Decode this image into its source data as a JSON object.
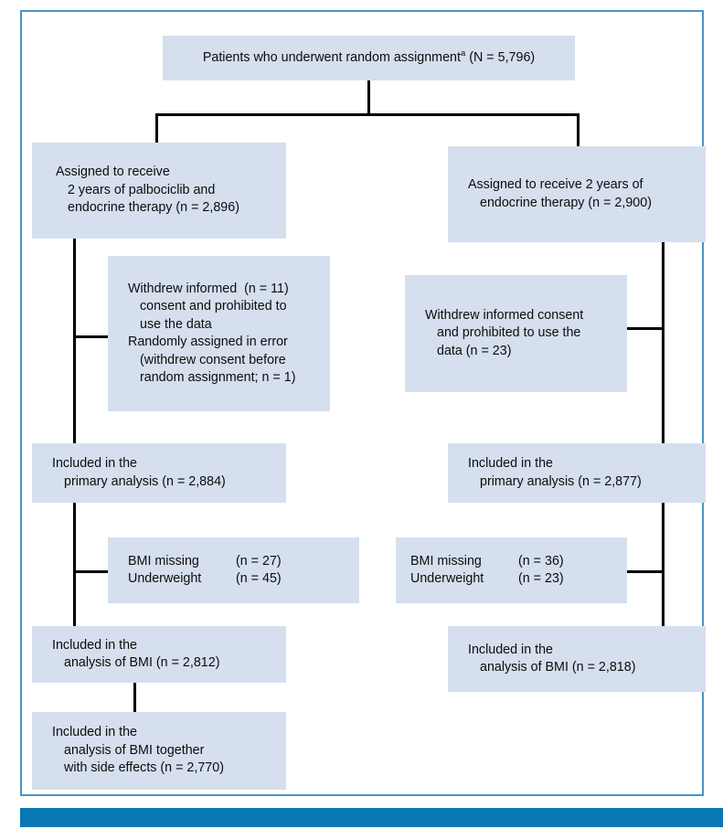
{
  "figure": {
    "frame_border_color": "#4a94c4",
    "bottom_bar_color": "#0878b4",
    "box_fill_color": "#d5dfee",
    "connector_color": "#000000"
  },
  "nodes": {
    "enrollment": {
      "text": "Patients who underwent random assignment",
      "footnote_marker": "a",
      "count_text": " (N = 5,796)"
    },
    "arm_left": {
      "line1": "Assigned to receive",
      "line2": "2 years of palbociclib and",
      "line3": "endocrine therapy (n = 2,896)"
    },
    "arm_right": {
      "line1": "Assigned to receive 2 years of",
      "line2": "endocrine therapy (n = 2,900)"
    },
    "exclusion_left": {
      "line1": "Withdrew informed  (n = 11)",
      "line2": "consent and prohibited to",
      "line3": "use the data",
      "line4": "Randomly assigned in error",
      "line5": "(withdrew consent before",
      "line6": "random assignment; n = 1)"
    },
    "exclusion_right": {
      "line1": "Withdrew informed consent",
      "line2": "and prohibited to use the",
      "line3": "data (n = 23)"
    },
    "primary_left": {
      "line1": "Included in the",
      "line2": "primary analysis (n = 2,884)"
    },
    "primary_right": {
      "line1": "Included in the",
      "line2": "primary analysis (n = 2,877)"
    },
    "bmi_exclusion_left": {
      "row1_label": "BMI missing",
      "row1_value": "(n = 27)",
      "row2_label": "Underweight",
      "row2_value": "(n = 45)"
    },
    "bmi_exclusion_right": {
      "row1_label": "BMI missing",
      "row1_value": "(n = 36)",
      "row2_label": "Underweight",
      "row2_value": "(n = 23)"
    },
    "bmi_analysis_left": {
      "line1": "Included in the",
      "line2": "analysis of BMI (n = 2,812)"
    },
    "bmi_analysis_right": {
      "line1": "Included in the",
      "line2": "analysis of BMI (n = 2,818)"
    },
    "bmi_side_effects_left": {
      "line1": "Included in the",
      "line2": "analysis of BMI together",
      "line3": "with side effects (n = 2,770)"
    }
  }
}
